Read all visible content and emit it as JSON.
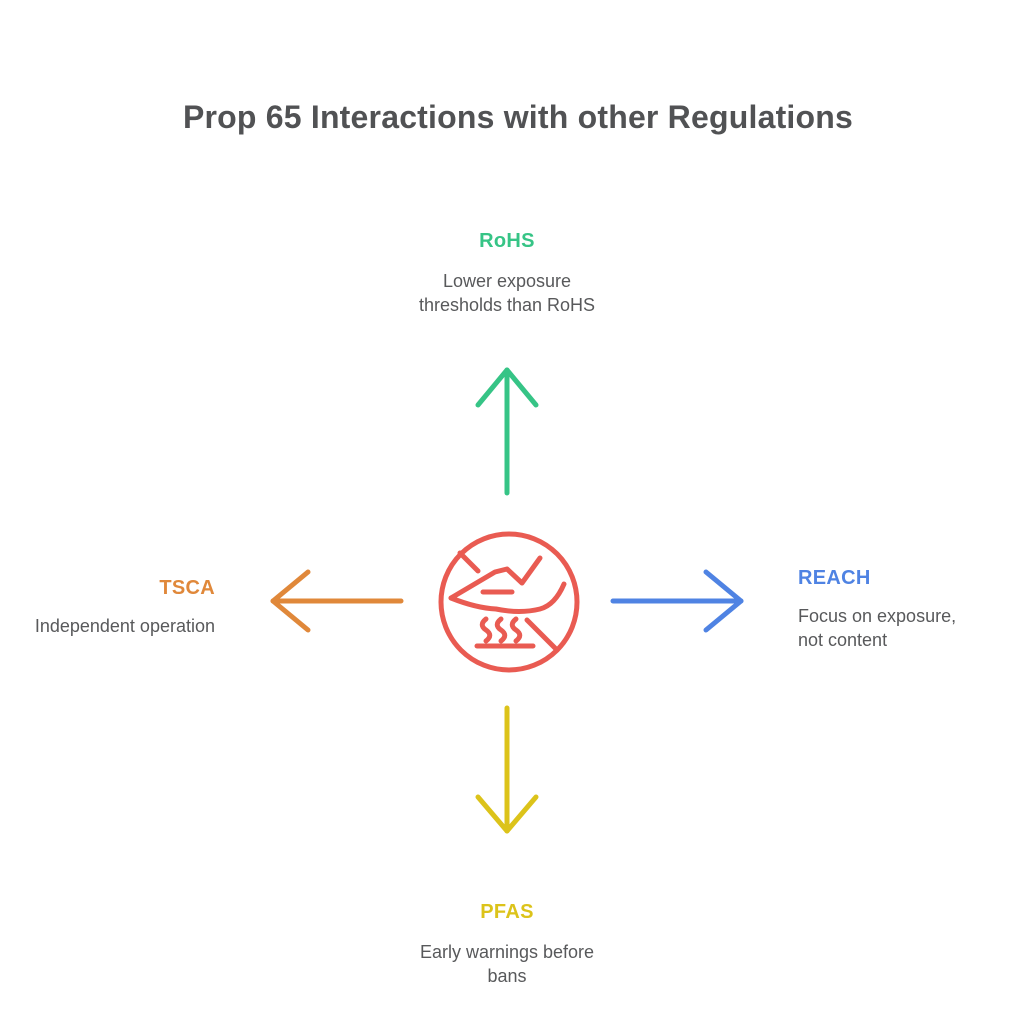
{
  "title": "Prop 65 Interactions with other Regulations",
  "title_color": "#515254",
  "text_color": "#58595b",
  "center": {
    "icon": "no-touch-hot-surface-icon",
    "color": "#e95b52"
  },
  "nodes": [
    {
      "id": "rohs",
      "position": "top",
      "label": "RoHS",
      "description": "Lower exposure thresholds than RoHS",
      "color": "#36c486"
    },
    {
      "id": "tsca",
      "position": "left",
      "label": "TSCA",
      "description": "Independent operation",
      "color": "#e0883a"
    },
    {
      "id": "reach",
      "position": "right",
      "label": "REACH",
      "description": "Focus on exposure, not content",
      "color": "#4f83e3"
    },
    {
      "id": "pfas",
      "position": "bottom",
      "label": "PFAS",
      "description": "Early warnings before bans",
      "color": "#dcc31a"
    }
  ]
}
